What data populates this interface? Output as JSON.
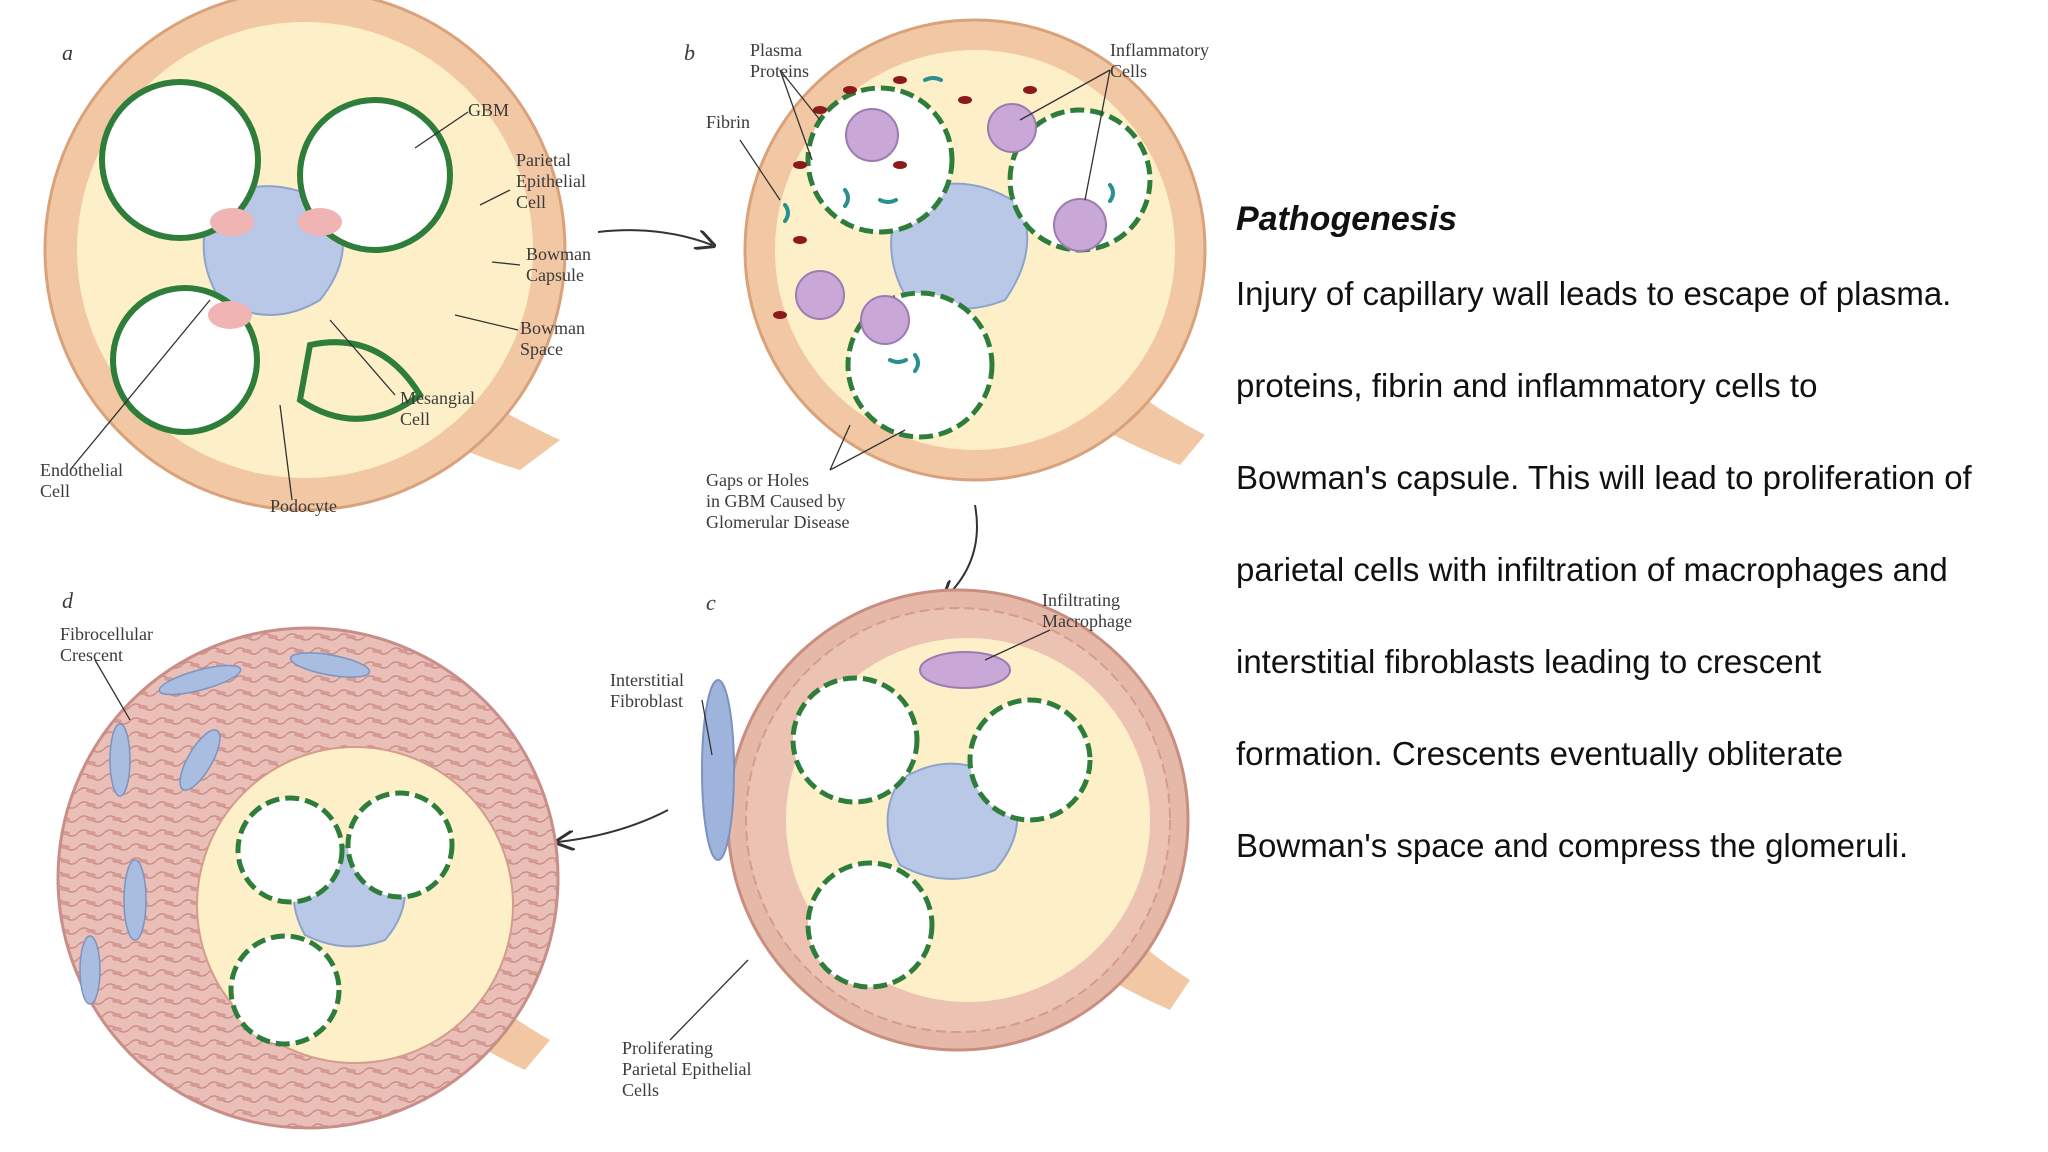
{
  "panels": {
    "a": {
      "letter": "a",
      "labels": {
        "gbm": "GBM",
        "parietal_1": "Parietal",
        "parietal_2": "Epithelial",
        "parietal_3": "Cell",
        "capsule_1": "Bowman",
        "capsule_2": "Capsule",
        "space_1": "Bowman",
        "space_2": "Space",
        "mesangial_1": "Mesangial",
        "mesangial_2": "Cell",
        "endothelial_1": "Endothelial",
        "endothelial_2": "Cell",
        "podocyte": "Podocyte"
      }
    },
    "b": {
      "letter": "b",
      "labels": {
        "plasma_1": "Plasma",
        "plasma_2": "Proteins",
        "inflam_1": "Inflammatory",
        "inflam_2": "Cells",
        "fibrin": "Fibrin",
        "gaps_1": "Gaps or Holes",
        "gaps_2": "in GBM Caused by",
        "gaps_3": "Glomerular Disease"
      }
    },
    "c": {
      "letter": "c",
      "labels": {
        "macro_1": "Infiltrating",
        "macro_2": "Macrophage",
        "fibro_1": "Interstitial",
        "fibro_2": "Fibroblast",
        "prolif_1": "Proliferating",
        "prolif_2": "Parietal Epithelial",
        "prolif_3": "Cells"
      }
    },
    "d": {
      "letter": "d",
      "labels": {
        "crescent_1": "Fibrocellular",
        "crescent_2": "Crescent"
      }
    }
  },
  "text": {
    "title": "Pathogenesis",
    "lines": [
      "Injury of capillary wall leads to escape of plasma.",
      "proteins, fibrin and inflammatory cells to",
      "Bowman's capsule. This will lead to proliferation of",
      "parietal cells with infiltration of macrophages and",
      "interstitial fibroblasts leading to crescent",
      "formation. Crescents eventually obliterate",
      "Bowman's space and compress the glomeruli."
    ]
  },
  "colors": {
    "capsule": "#f2c8a4",
    "bowman_space": "#fdf0c8",
    "gbm": "#2e7d3a",
    "mesangial": "#b9c8e6",
    "endothelial": "#f0b4b4",
    "inflammatory": "#c9a8d8",
    "fibrin": "#2a8f8f",
    "rbc": "#8b1a1a",
    "crescent": "#e8b8b0"
  }
}
